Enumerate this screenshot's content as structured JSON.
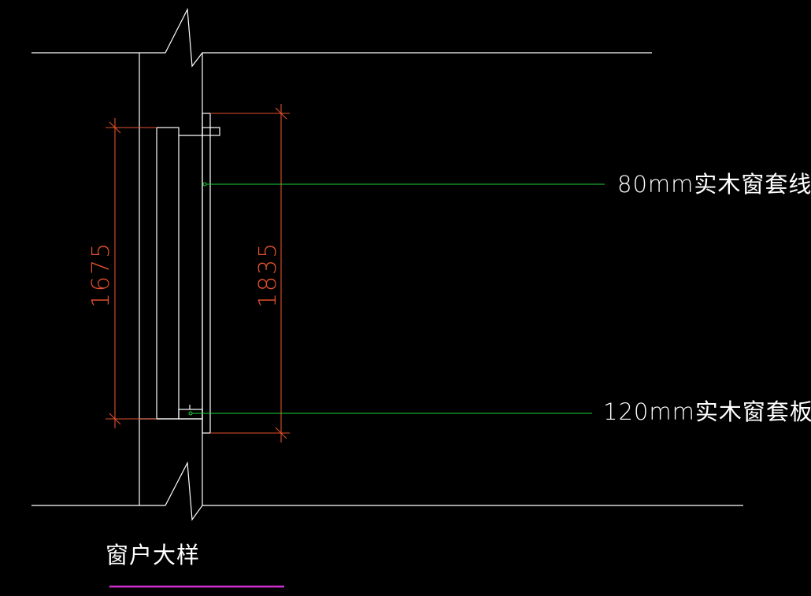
{
  "drawing": {
    "title": "窗户大样",
    "colors": {
      "background": "#000000",
      "wall_line": "#ffffff",
      "dimension": "#e2502d",
      "leader": "#1fcf3a",
      "underline": "#d22fd2"
    },
    "dimensions": {
      "inner_height": "1675",
      "outer_height": "1835"
    },
    "labels": {
      "casing_line": "80mm实木窗套线",
      "casing_board": "120mm实木窗套板"
    }
  }
}
